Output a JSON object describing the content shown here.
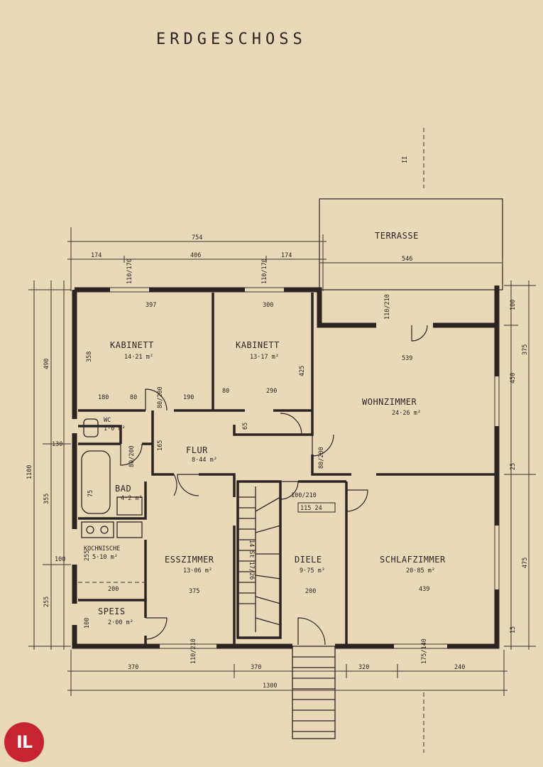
{
  "title": "ERDGESCHOSS",
  "logo": {
    "text": "IL",
    "color": "#c62430"
  },
  "rooms": [
    {
      "name": "KABINETT",
      "area": "14·21 m²"
    },
    {
      "name": "KABINETT",
      "area": "13·17 m²"
    },
    {
      "name": "WOHNZIMMER",
      "area": "24·26 m²"
    },
    {
      "name": "FLUR",
      "area": "8·44 m²"
    },
    {
      "name": "WC",
      "area": "1·0 m²"
    },
    {
      "name": "BAD",
      "area": "4·2 m²"
    },
    {
      "name": "KOCHNISCHE",
      "area": "5·10 m²"
    },
    {
      "name": "ESSZIMMER",
      "area": "13·06 m²"
    },
    {
      "name": "DIELE",
      "area": "9·75 m²"
    },
    {
      "name": "SCHLAFZIMMER",
      "area": "20·85 m²"
    },
    {
      "name": "SPEIS",
      "area": "2·00 m²"
    },
    {
      "name": "TERRASSE",
      "area": ""
    }
  ],
  "dimensions": {
    "top_total": "754",
    "top_segments": [
      "174",
      "406",
      "174"
    ],
    "terrace_width": "546",
    "bottom_segments": [
      "370",
      "370",
      "320",
      "240"
    ],
    "bottom_total": "1300",
    "left_outer": "1100",
    "left_upper": "490",
    "left_mid": "355",
    "left_lower": "255",
    "left_small_1": "130",
    "left_small_2": "100",
    "right_upper": "375",
    "right_lower": "475",
    "right_small": [
      "100",
      "450",
      "25",
      "15"
    ],
    "kab1_width": "397",
    "kab1_depth": "358",
    "kab2_width": "300",
    "kab2_depth": "425",
    "wohn_width": "539",
    "kab1_bottom_segments": [
      "180",
      "80",
      "190"
    ],
    "kab2_bottom_segments": [
      "80",
      "290"
    ],
    "esszimmer_width": "375",
    "kochnische_width": "200",
    "diele_width": "200",
    "schlaf_width": "439",
    "window_1": "110/170",
    "window_2": "110/170",
    "window_3": "110/210",
    "window_4": "110/210",
    "window_5": "175/140",
    "stair_label": "14 St 17/26",
    "wohn_door": "80/200",
    "kochnische_depth": "255",
    "speis_depth": "100",
    "kab1_door": "80/200",
    "flur_door": "80/200",
    "stair_door": "100/210",
    "height_label": "115 24",
    "misc_1": "75",
    "misc_2": "165",
    "misc_3": "65",
    "misc_4": "100"
  }
}
